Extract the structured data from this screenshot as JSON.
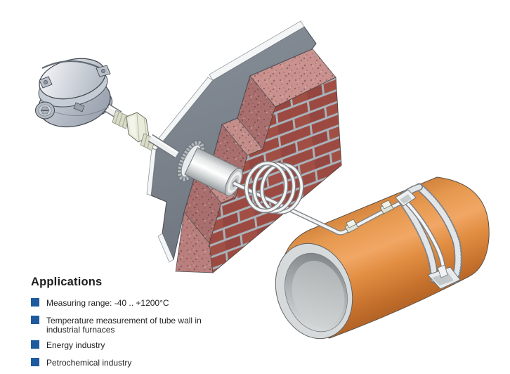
{
  "page": {
    "background": "#ffffff"
  },
  "applications": {
    "heading": "Applications",
    "items": [
      "Measuring range: -40 .. +1200°C",
      "Temperature measurement of tube wall in industrial furnaces",
      "Energy industry",
      "Petrochemical industry"
    ]
  },
  "colors": {
    "bullet_blue": "#1e5b9e",
    "heading_text": "#1c1c1c",
    "body_text": "#242424",
    "pipe_orange": "#e6994f",
    "brick_red": "#9c4a41",
    "mortar_gray": "#a8b2ba",
    "cut_face_rose": "#b07c7a",
    "plate_gray": "#79818a",
    "metal_light": "#e9ecec",
    "background": "#ffffff"
  },
  "illustration_parts": [
    "thermocouple-connection-head",
    "neck-tube-with-union-nut",
    "mounting-plate",
    "furnace-brick-wall",
    "support-sleeve-with-weld-collar",
    "expansion-coil",
    "thermocouple-wire",
    "wire-clips",
    "tube-clamp-bracket",
    "furnace-tube"
  ]
}
